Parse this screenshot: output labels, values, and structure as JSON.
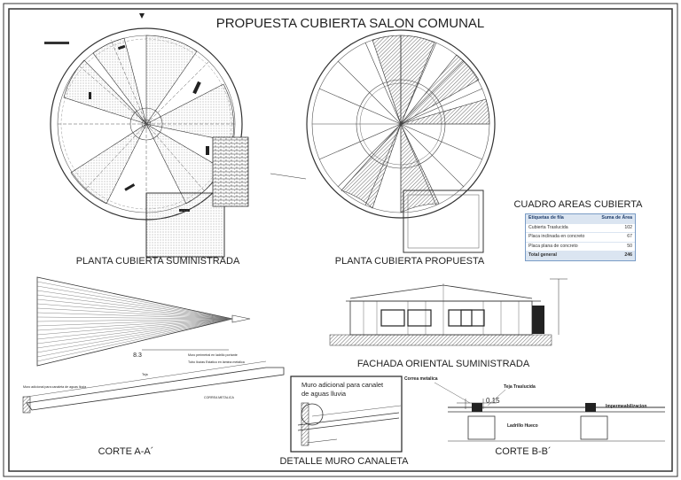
{
  "sheet": {
    "title": "PROPUESTA  CUBIERTA SALON COMUNAL",
    "views": {
      "planta_suministrada": "PLANTA CUBIERTA SUMINISTRADA",
      "planta_propuesta": "PLANTA CUBIERTA PROPUESTA",
      "fachada": "FACHADA ORIENTAL SUMINISTRADA",
      "corte_aa": "CORTE A-A´",
      "detalle": "DETALLE MURO CANALETA",
      "corte_bb": "CORTE B-B´"
    },
    "areas_title": "CUADRO AREAS CUBIERTA",
    "areas_table": {
      "header_label": "Etiquetas de fila",
      "header_value": "Suma de Área",
      "rows": [
        {
          "label": "Cubierta Traslucida",
          "value": "102"
        },
        {
          "label": "Placa inclinada en concreto",
          "value": "67"
        },
        {
          "label": "Placa plana de concreto",
          "value": "50"
        }
      ],
      "total_label": "Total general",
      "total_value": "246"
    },
    "annotations": {
      "dim_83": "8.3",
      "dim_015": "0.15",
      "muro_adicional": "Muro adicional para canaleta\nde aguas lluvia",
      "correa_metalica": "Correa metalica",
      "teja_traslucida": "Teja Traslucida",
      "impermeabilizacion": "Impermeabilizacion",
      "ladrillo_hueco": "Ladrillo Hueco",
      "corte_small_1": "Muro adicional para canaleta de aguas lluvia",
      "corte_small_2": "CORREA METALICA",
      "corte_small_3": "Teja",
      "corte_small_4": "Muro perimetral en ladrillo portante",
      "corte_small_5": "Tubo lluvias Estatico en lamina metalica"
    },
    "colors": {
      "line": "#333333",
      "hatch": "#555555",
      "table_border": "#7a9cc6",
      "table_header": "#dbe5f1"
    }
  }
}
